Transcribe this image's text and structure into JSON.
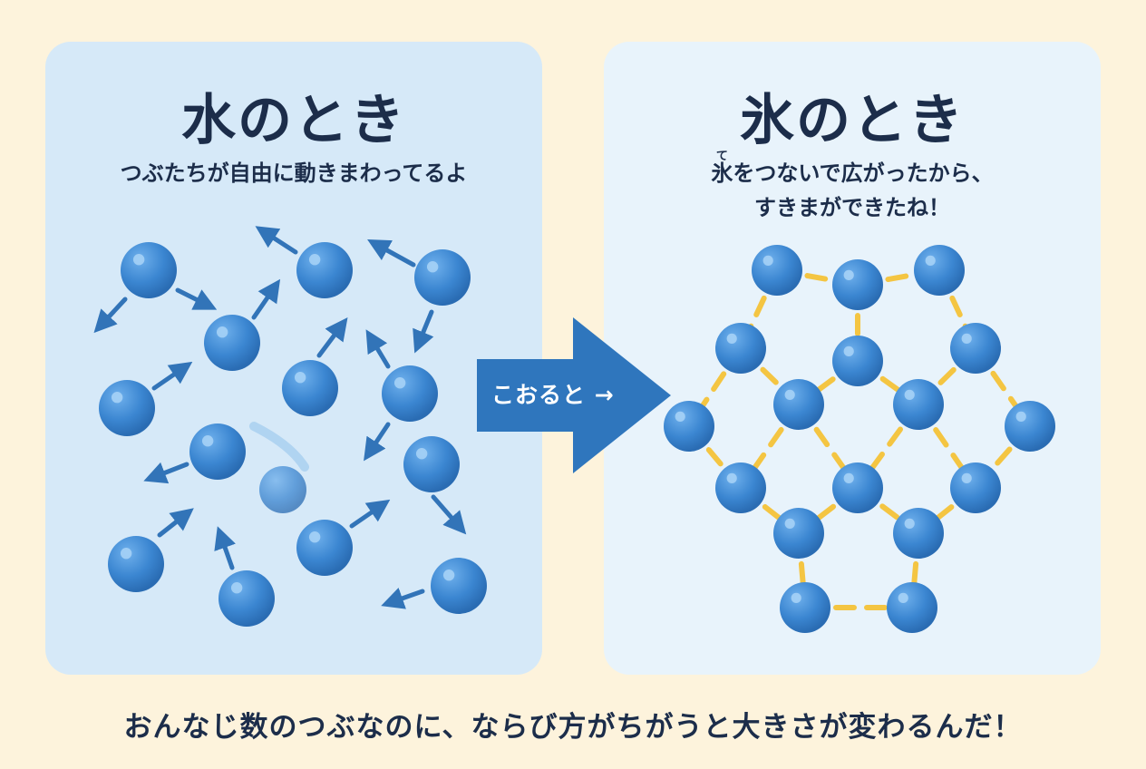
{
  "left_panel": {
    "title": "水のとき",
    "subtitle": "つぶたちが自由に動きまわってるよ"
  },
  "right_panel": {
    "title": "氷のとき",
    "subtitle_line1_kanji": "氷",
    "subtitle_line1_ruby": "て",
    "subtitle_line1_rest": "をつないで広がったから、",
    "subtitle_line2": "すきまができたね！"
  },
  "transition_arrow": {
    "label": "こおると →"
  },
  "bottom_caption": "おんなじ数のつぶなのに、ならび方がちがうと大きさが変わるんだ！",
  "colors": {
    "background": "#fdf3dc",
    "water_panel": "#d6e9f8",
    "ice_panel": "#e8f3fb",
    "molecule": "#3b86d1",
    "arrow": "#2f76bd",
    "bond": "#f4c542",
    "text": "#1c2d4a"
  }
}
